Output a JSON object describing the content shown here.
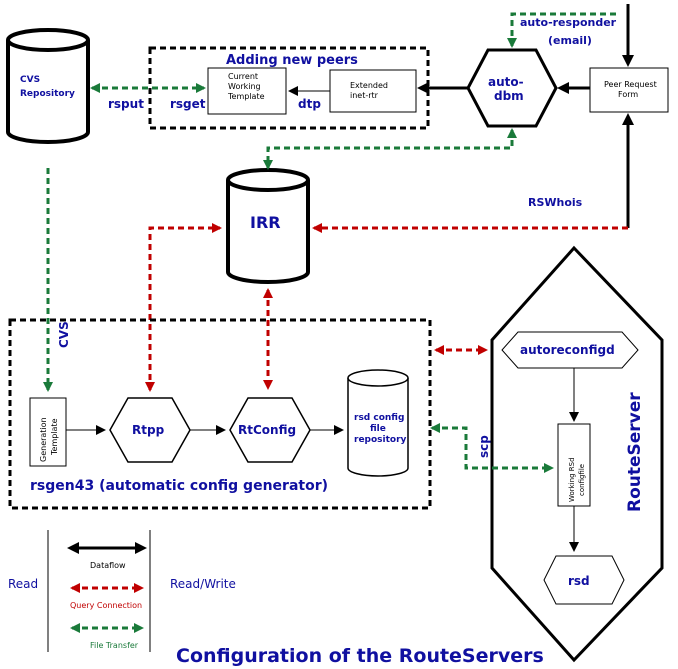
{
  "title": "Configuration of the RouteServers",
  "nodes": {
    "cvs_repository": "CVS Repository",
    "adding_new_peers": "Adding new peers",
    "current_working_template": "Current Working Template",
    "extended_irrtr": "Extended inet-rtr",
    "auto_dbm": "auto-dbm",
    "peer_request_form": "Peer Request Form",
    "irr": "IRR",
    "rtpp": "Rtpp",
    "rtconfig": "RtConfig",
    "generation_template": "Generation Template",
    "rsd_config_repo": "rsd config file repository",
    "rsgen43": "rsgen43 (automatic config generator)",
    "autoreconfigd": "autoreconfigd",
    "working_rsd_config": "Working RSd configfile",
    "rsd": "rsd",
    "routeserver": "RouteServer"
  },
  "edge_labels": {
    "rsput": "rsput",
    "rsget": "rsget",
    "dtp": "dtp",
    "auto_responder": "auto-responder (email)",
    "rswhois": "RSWhois",
    "cvs": "CVS",
    "scp": "scp"
  },
  "legend": {
    "read": "Read",
    "read_write": "Read/Write",
    "dataflow": "Dataflow",
    "query": "Query Connection",
    "file_transfer": "File Transfer"
  },
  "colors": {
    "dataflow": "#000000",
    "query": "#c00000",
    "file_transfer": "#1a7a3a",
    "label": "#1010a0"
  }
}
